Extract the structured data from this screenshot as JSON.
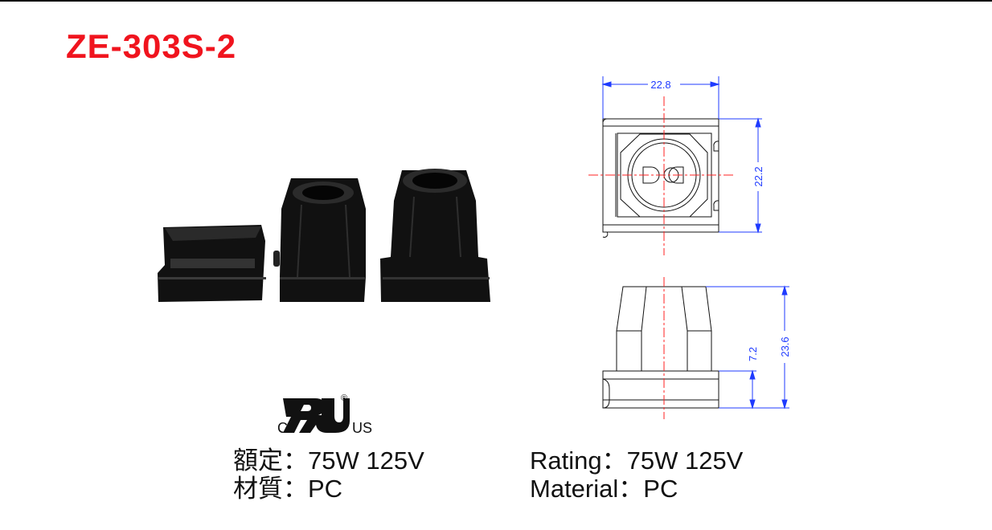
{
  "title": "ZE-303S-2",
  "dimensions": {
    "width": "22.8",
    "depth": "22.2",
    "height": "23.6",
    "base_height": "7.2"
  },
  "certification": {
    "left": "C",
    "right": "US",
    "registered": "®"
  },
  "spec_cn": {
    "rating_label": "額定：",
    "rating_value": "75W 125V",
    "material_label": "材質：",
    "material_value": "PC"
  },
  "spec_en": {
    "rating_label": "Rating：",
    "rating_value": "75W 125V",
    "material_label": "Material：",
    "material_value": "PC"
  },
  "colors": {
    "title": "#f0141e",
    "dimension": "#1f3bff",
    "centerline": "#ff2020"
  }
}
